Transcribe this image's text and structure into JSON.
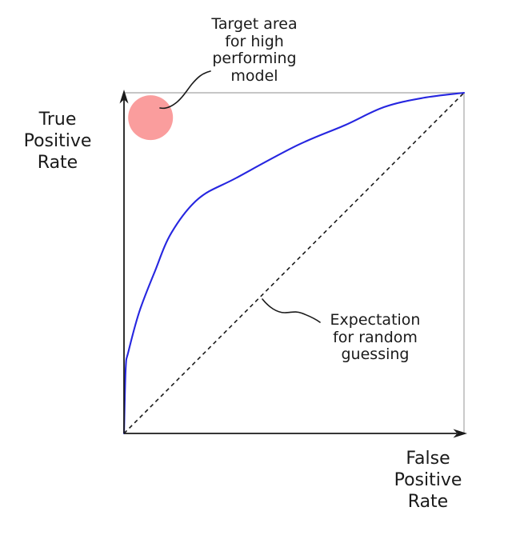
{
  "page": {
    "background": "#ffffff",
    "description": "Schematic diagram of an ROC curve with unlabeled axes"
  },
  "labels": {
    "y_axis": {
      "lines": [
        "True",
        "Positive",
        "Rate"
      ]
    },
    "x_axis": {
      "lines": [
        "False",
        "Positive",
        "Rate"
      ]
    },
    "target_annotation": {
      "lines": [
        "Target area",
        "for high",
        "performing",
        "model"
      ]
    },
    "random_annotation": {
      "lines": [
        "Expectation",
        "for random",
        "guessing"
      ]
    }
  },
  "colors": {
    "ink": "#1a1a1a",
    "roc_curve": "#2626e0",
    "target_circle": "#fa9d9d",
    "plot_border": "#b3b3b3",
    "background": "#ffffff"
  },
  "chart_data": {
    "type": "line",
    "title": "",
    "xlabel": "False Positive Rate",
    "ylabel": "True Positive Rate",
    "xlim": [
      0,
      1
    ],
    "ylim": [
      0,
      1
    ],
    "ticks": "none (schematic, unlabeled axes)",
    "grid": false,
    "legend": "none",
    "series": [
      {
        "name": "High performing model ROC curve",
        "style": "solid",
        "color": "#2626e0",
        "points": [
          [
            0,
            0
          ],
          [
            0.005,
            0.19
          ],
          [
            0.013,
            0.24
          ],
          [
            0.045,
            0.357
          ],
          [
            0.09,
            0.474
          ],
          [
            0.14,
            0.59
          ],
          [
            0.22,
            0.69
          ],
          [
            0.33,
            0.75
          ],
          [
            0.51,
            0.846
          ],
          [
            0.65,
            0.905
          ],
          [
            0.765,
            0.958
          ],
          [
            0.88,
            0.985
          ],
          [
            1,
            1
          ]
        ]
      },
      {
        "name": "Expectation for random guessing",
        "style": "dashed",
        "color": "#1a1a1a",
        "points": [
          [
            0,
            0
          ],
          [
            1,
            1
          ]
        ]
      }
    ],
    "annotations": [
      {
        "text": "Target area for high performing model",
        "marker": "circle",
        "marker_color": "#fa9d9d",
        "marker_center": [
          0.078,
          0.927
        ],
        "marker_radius_px": 28
      },
      {
        "text": "Expectation for random guessing",
        "points_to": [
          0.41,
          0.4
        ]
      }
    ]
  }
}
